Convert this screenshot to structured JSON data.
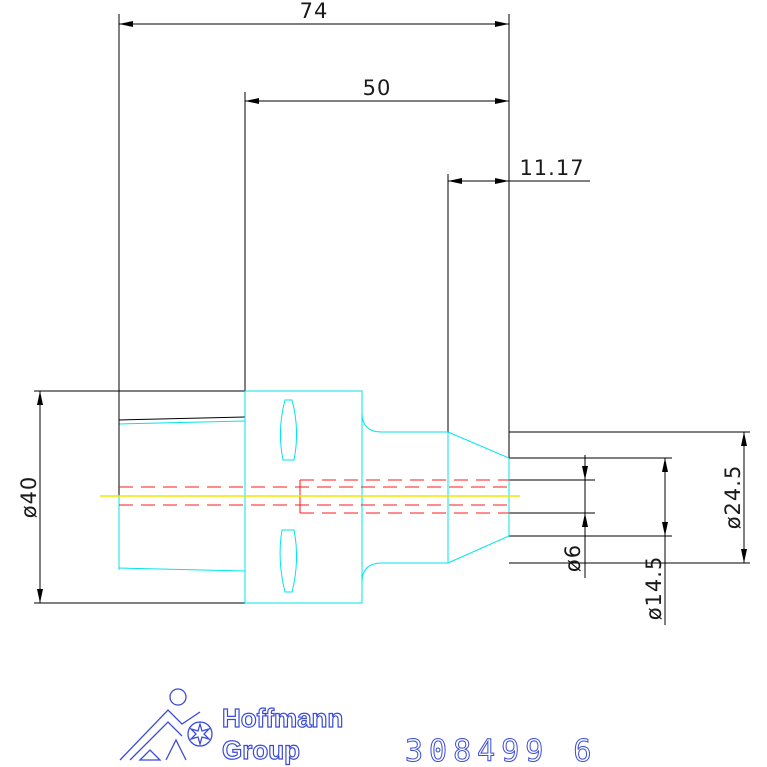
{
  "dimensions": {
    "overall_length": "74",
    "body_length": "50",
    "tip_length": "11.17",
    "diameter_body": "ø40",
    "diameter_tip": "ø24.5",
    "diameter_bore_small": "ø6",
    "diameter_bore_large": "ø14.5"
  },
  "title_block": {
    "brand_line1": "Hoffmann",
    "brand_line2": "Group",
    "part_number": "308499 6"
  },
  "colors": {
    "outline": "#00e5ee",
    "hidden_lines": "#ff1a1a",
    "centerline": "#f2e600",
    "dimensions": "#000000",
    "logo": "#3a4bd8"
  }
}
